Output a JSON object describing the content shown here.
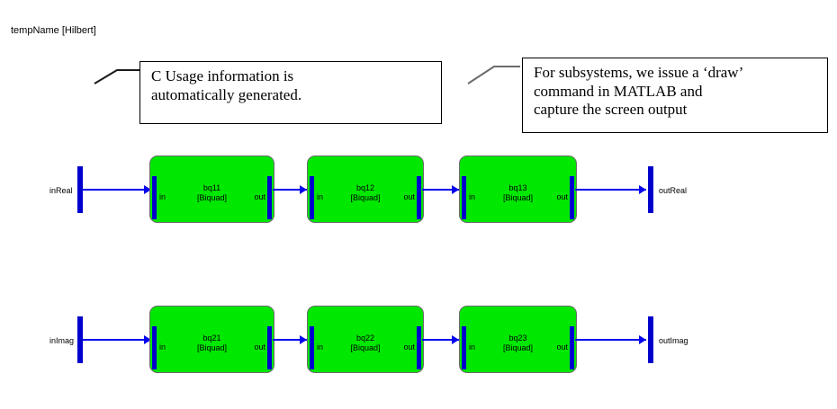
{
  "diagram": {
    "title": "tempName [Hilbert]",
    "colors": {
      "block_fill": "#00e800",
      "block_border": "#6b6b6b",
      "port_blue": "#0000cc",
      "signal_blue": "#0000ee",
      "annotation_border": "#000000",
      "background": "#ffffff"
    }
  },
  "annotations": [
    {
      "id": "c-usage",
      "lines": [
        "C Usage information is",
        "automatically generated."
      ]
    },
    {
      "id": "subsystem-draw",
      "lines": [
        "For subsystems, we issue a ‘draw’",
        "command in MATLAB and",
        "capture the screen output"
      ]
    }
  ],
  "rows": [
    {
      "id": "real-path",
      "input": {
        "label": "inReal"
      },
      "output": {
        "label": "outReal"
      },
      "blocks": [
        {
          "name": "bq11",
          "type": "[Biquad]",
          "in_port": "in",
          "out_port": "out"
        },
        {
          "name": "bq12",
          "type": "[Biquad]",
          "in_port": "in",
          "out_port": "out"
        },
        {
          "name": "bq13",
          "type": "[Biquad]",
          "in_port": "in",
          "out_port": "out"
        }
      ]
    },
    {
      "id": "imag-path",
      "input": {
        "label": "inImag"
      },
      "output": {
        "label": "outImag"
      },
      "blocks": [
        {
          "name": "bq21",
          "type": "[Biquad]",
          "in_port": "in",
          "out_port": "out"
        },
        {
          "name": "bq22",
          "type": "[Biquad]",
          "in_port": "in",
          "out_port": "out"
        },
        {
          "name": "bq23",
          "type": "[Biquad]",
          "in_port": "in",
          "out_port": "out"
        }
      ]
    }
  ]
}
